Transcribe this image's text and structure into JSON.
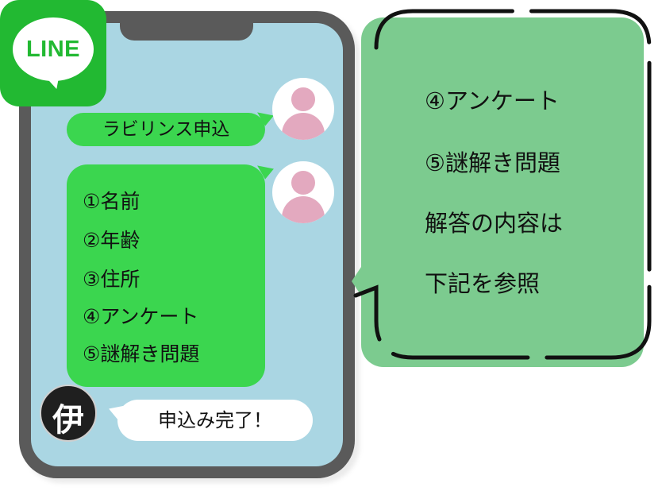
{
  "app": {
    "logo_text": "LINE"
  },
  "chat": {
    "messages": [
      {
        "text": "ラビリンス申込"
      }
    ],
    "form_items": [
      "①名前",
      "②年齢",
      "③住所",
      "④アンケート",
      "⑤謎解き問題"
    ],
    "reply": {
      "avatar_glyph": "伊",
      "text": "申込み完了！"
    }
  },
  "callout": {
    "lines": [
      "④アンケート",
      "⑤謎解き問題",
      "解答の内容は",
      "下記を参照"
    ]
  },
  "colors": {
    "line_green": "#22b932",
    "bubble_green": "#3bd64f",
    "screen_blue": "#aad6e3",
    "callout_green": "#7ccb8f",
    "avatar_pink": "#e3a9bf"
  }
}
